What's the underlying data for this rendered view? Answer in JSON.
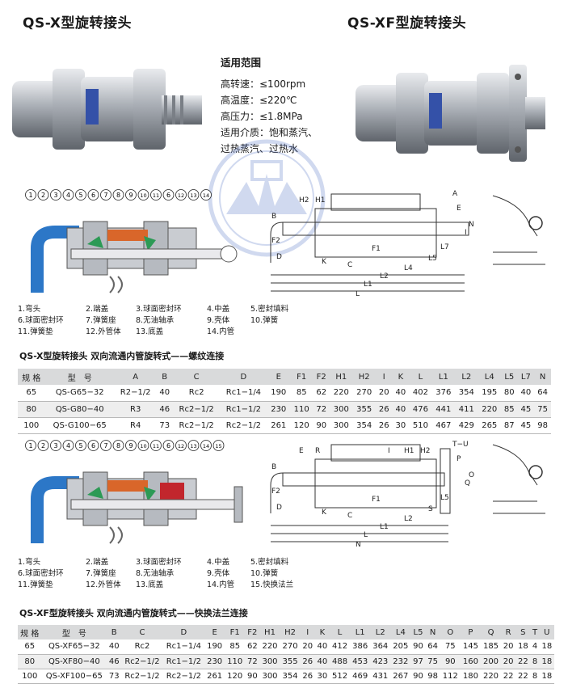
{
  "titles": {
    "x": "QS-X型旋转接头",
    "xf": "QS-XF型旋转接头"
  },
  "scope": {
    "heading": "适用范围",
    "lines": [
      "高转速：≤100rpm",
      "高温度：≤220℃",
      "高压力：≤1.8MPa",
      "适用介质：饱和蒸汽、",
      "过热蒸汽、过热水"
    ]
  },
  "callouts_x": [
    "1",
    "2",
    "3",
    "4",
    "5",
    "6",
    "7",
    "8",
    "9",
    "10",
    "11",
    "6",
    "12",
    "13",
    "14"
  ],
  "callouts_xf": [
    "1",
    "2",
    "3",
    "4",
    "5",
    "6",
    "7",
    "8",
    "9",
    "10",
    "11",
    "6",
    "12",
    "13",
    "14",
    "15"
  ],
  "dim_labels_x": [
    "A",
    "B",
    "F2",
    "D",
    "K",
    "C",
    "F1",
    "L7",
    "L5",
    "L4",
    "L2",
    "L1",
    "L",
    "N",
    "E",
    "I",
    "H1",
    "H2"
  ],
  "dim_labels_xf": [
    "T−U",
    "B",
    "F2",
    "D",
    "K",
    "C",
    "F1",
    "L5",
    "S",
    "L2",
    "L1",
    "L",
    "N",
    "O",
    "P",
    "Q",
    "R",
    "E",
    "I",
    "H1",
    "H2"
  ],
  "legend_x": [
    [
      "1.弯头",
      "2.端盖",
      "3.球面密封环",
      "4.中盖",
      "5.密封填料"
    ],
    [
      "6.球面密封环",
      "7.弹簧座",
      "8.无油轴承",
      "9.壳体",
      "10.弹簧"
    ],
    [
      "11.弹簧垫",
      "12.外管体",
      "13.底盖",
      "14.内管",
      ""
    ]
  ],
  "legend_xf": [
    [
      "1.弯头",
      "2.端盖",
      "3.球面密封环",
      "4.中盖",
      "5.密封填料"
    ],
    [
      "6.球面密封环",
      "7.弹簧座",
      "8.无油轴承",
      "9.壳体",
      "10.弹簧"
    ],
    [
      "11.弹簧垫",
      "12.外管体",
      "13.底盖",
      "14.内管",
      "15.快换法兰"
    ]
  ],
  "section_x": "QS-X型旋转接头  双向流通内管旋转式——螺纹连接",
  "section_xf": "QS-XF型旋转接头  双向流通内管旋转式——快换法兰连接",
  "table_x": {
    "headers": [
      "规 格",
      "型　号",
      "A",
      "B",
      "C",
      "D",
      "E",
      "F1",
      "F2",
      "H1",
      "H2",
      "I",
      "K",
      "L",
      "L1",
      "L2",
      "L4",
      "L5",
      "L7",
      "N"
    ],
    "rows": [
      [
        "65",
        "QS-G65−32",
        "R2−1/2",
        "40",
        "Rc2",
        "Rc1−1/4",
        "190",
        "85",
        "62",
        "220",
        "270",
        "20",
        "40",
        "402",
        "376",
        "354",
        "195",
        "80",
        "40",
        "64"
      ],
      [
        "80",
        "QS-G80−40",
        "R3",
        "46",
        "Rc2−1/2",
        "Rc1−1/2",
        "230",
        "110",
        "72",
        "300",
        "355",
        "26",
        "40",
        "476",
        "441",
        "411",
        "220",
        "85",
        "45",
        "75"
      ],
      [
        "100",
        "QS-G100−65",
        "R4",
        "73",
        "Rc2−1/2",
        "Rc2−1/2",
        "261",
        "120",
        "90",
        "300",
        "354",
        "26",
        "30",
        "510",
        "467",
        "429",
        "265",
        "87",
        "45",
        "98"
      ]
    ]
  },
  "table_xf": {
    "headers": [
      "规 格",
      "型　号",
      "B",
      "C",
      "D",
      "E",
      "F1",
      "F2",
      "H1",
      "H2",
      "I",
      "K",
      "L",
      "L1",
      "L2",
      "L4",
      "L5",
      "N",
      "O",
      "P",
      "Q",
      "R",
      "S",
      "T",
      "U"
    ],
    "rows": [
      [
        "65",
        "QS-XF65−32",
        "40",
        "Rc2",
        "Rc1−1/4",
        "190",
        "85",
        "62",
        "220",
        "270",
        "20",
        "40",
        "412",
        "386",
        "364",
        "205",
        "90",
        "64",
        "75",
        "145",
        "185",
        "20",
        "18",
        "4",
        "18"
      ],
      [
        "80",
        "QS-XF80−40",
        "46",
        "Rc2−1/2",
        "Rc1−1/2",
        "230",
        "110",
        "72",
        "300",
        "355",
        "26",
        "40",
        "488",
        "453",
        "423",
        "232",
        "97",
        "75",
        "90",
        "160",
        "200",
        "20",
        "22",
        "8",
        "18"
      ],
      [
        "100",
        "QS-XF100−65",
        "73",
        "Rc2−1/2",
        "Rc2−1/2",
        "261",
        "120",
        "90",
        "300",
        "354",
        "26",
        "30",
        "512",
        "469",
        "431",
        "267",
        "90",
        "98",
        "112",
        "180",
        "220",
        "22",
        "22",
        "8",
        "18"
      ]
    ]
  }
}
